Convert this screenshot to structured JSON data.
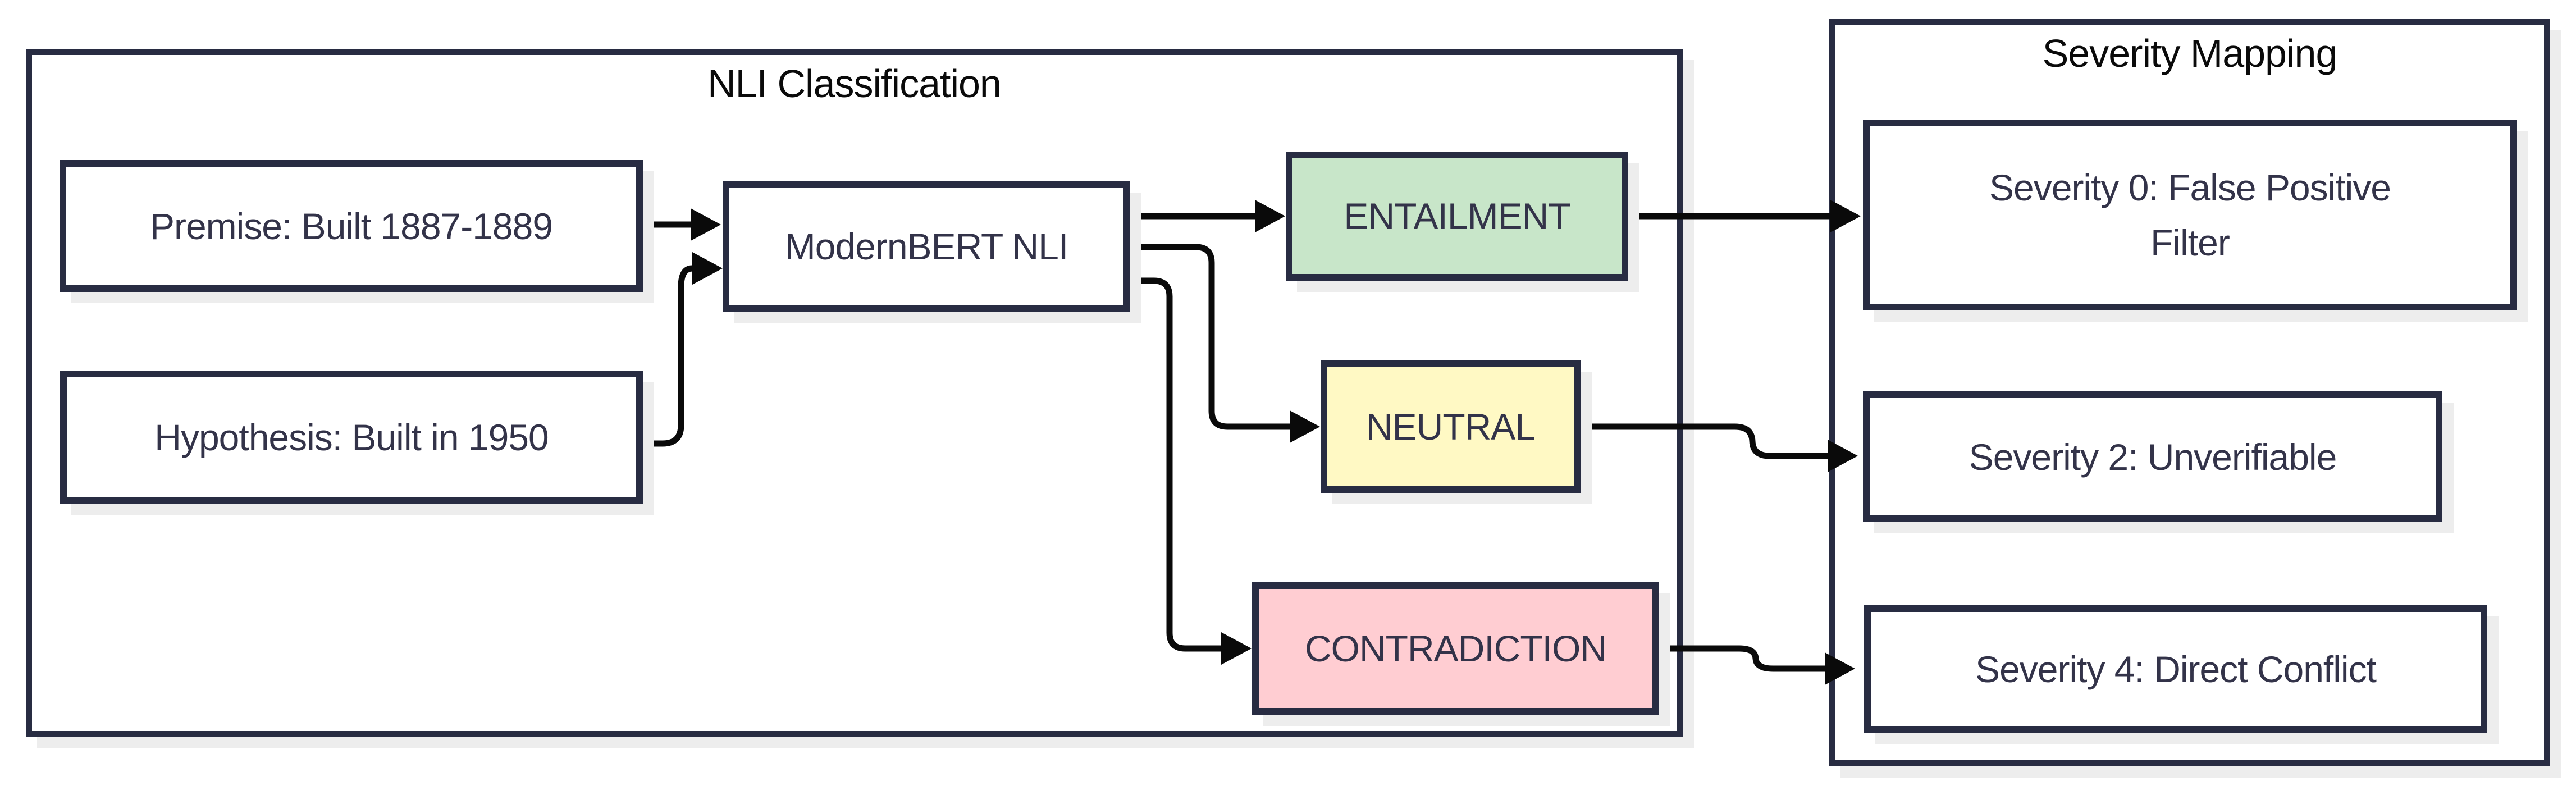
{
  "diagram": {
    "type": "flowchart",
    "background": "#ffffff",
    "containers": {
      "nli": {
        "title": "NLI Classification"
      },
      "severity": {
        "title": "Severity Mapping"
      }
    },
    "nodes": {
      "premise": {
        "label": "Premise: Built 1887-1889",
        "fill": "#ffffff"
      },
      "hypothesis": {
        "label": "Hypothesis: Built in 1950",
        "fill": "#ffffff"
      },
      "modernbert": {
        "label": "ModernBERT NLI",
        "fill": "#ffffff"
      },
      "entailment": {
        "label": "ENTAILMENT",
        "fill": "#c8e6c9"
      },
      "neutral": {
        "label": "NEUTRAL",
        "fill": "#fff9c4"
      },
      "contradiction": {
        "label": "CONTRADICTION",
        "fill": "#ffcdd2"
      },
      "severity0": {
        "label": "Severity 0: False Positive\nFilter",
        "fill": "#ffffff"
      },
      "severity2": {
        "label": "Severity 2: Unverifiable",
        "fill": "#ffffff"
      },
      "severity4": {
        "label": "Severity 4: Direct Conflict",
        "fill": "#ffffff"
      }
    },
    "edges": [
      {
        "from": "premise",
        "to": "modernbert"
      },
      {
        "from": "hypothesis",
        "to": "modernbert"
      },
      {
        "from": "modernbert",
        "to": "entailment"
      },
      {
        "from": "modernbert",
        "to": "neutral"
      },
      {
        "from": "modernbert",
        "to": "contradiction"
      },
      {
        "from": "entailment",
        "to": "severity0"
      },
      {
        "from": "neutral",
        "to": "severity2"
      },
      {
        "from": "contradiction",
        "to": "severity4"
      }
    ],
    "colors": {
      "border": "#282c42",
      "arrow": "#0a0a0a",
      "node_text": "#333349",
      "title_text": "#0a0a0a",
      "shadow": "#ededed",
      "entailment_fill": "#c8e6c9",
      "neutral_fill": "#fff9c4",
      "contradiction_fill": "#ffcdd2"
    }
  }
}
